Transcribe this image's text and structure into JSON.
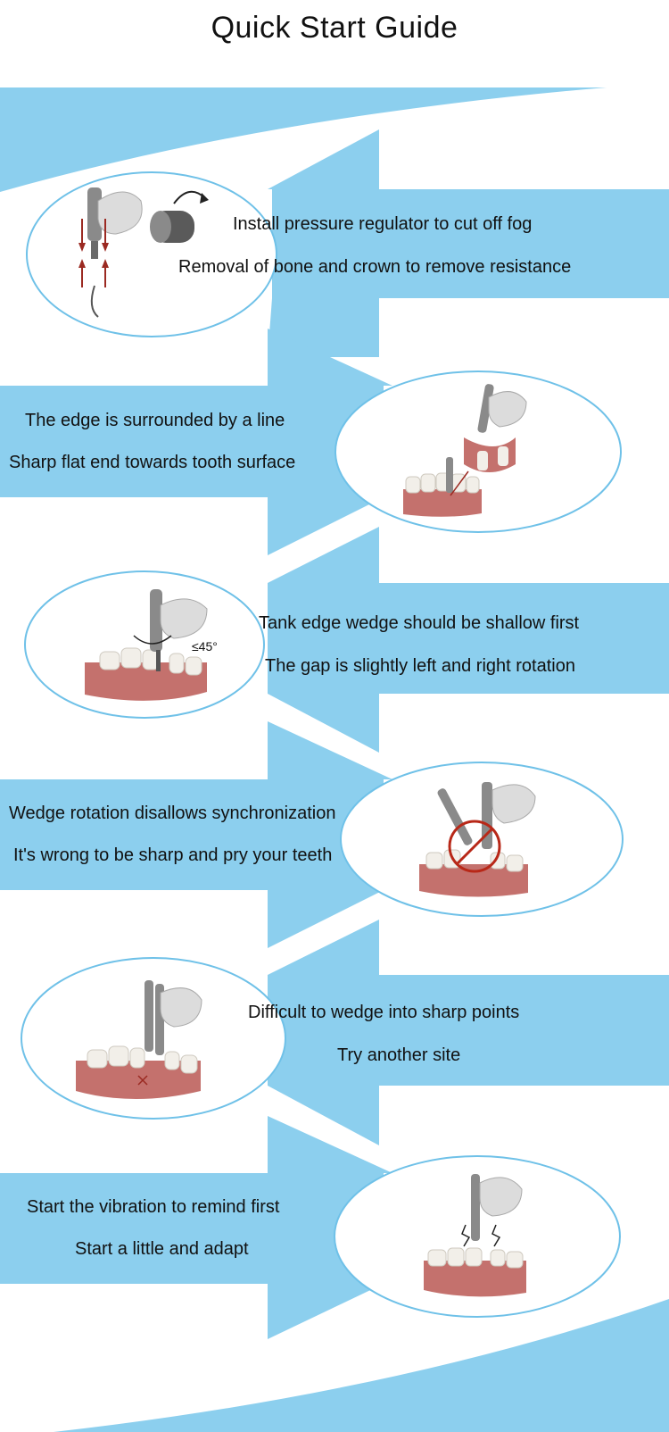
{
  "page": {
    "title": "Quick Start Guide",
    "colors": {
      "band": "#8ccfee",
      "ellipse_stroke": "#6fc1e8",
      "gum": "#c4716d",
      "tooth": "#f2efe9",
      "glove": "#dcdcdc",
      "arrow": "#9b2a22"
    }
  },
  "steps": [
    {
      "lines": [
        "Install pressure regulator to cut off fog",
        "Removal of bone and crown to remove resistance"
      ]
    },
    {
      "lines": [
        "The edge is surrounded by a line",
        "Sharp flat end towards tooth surface"
      ]
    },
    {
      "lines": [
        "Tank edge wedge should be shallow first",
        "The gap is slightly left and right rotation"
      ],
      "angle_label": "≤45°"
    },
    {
      "lines": [
        "Wedge rotation disallows synchronization",
        "It's wrong to be sharp and pry your teeth"
      ]
    },
    {
      "lines": [
        "Difficult to wedge into sharp points",
        "Try another site"
      ]
    },
    {
      "lines": [
        "Start the vibration to remind first",
        "Start a little and adapt"
      ]
    }
  ],
  "icons": [
    "handpiece-illustration",
    "pressure-regulator-icon",
    "rotate-arrow-icon",
    "teeth-model-illustration",
    "prohibited-icon",
    "vibration-icon"
  ]
}
